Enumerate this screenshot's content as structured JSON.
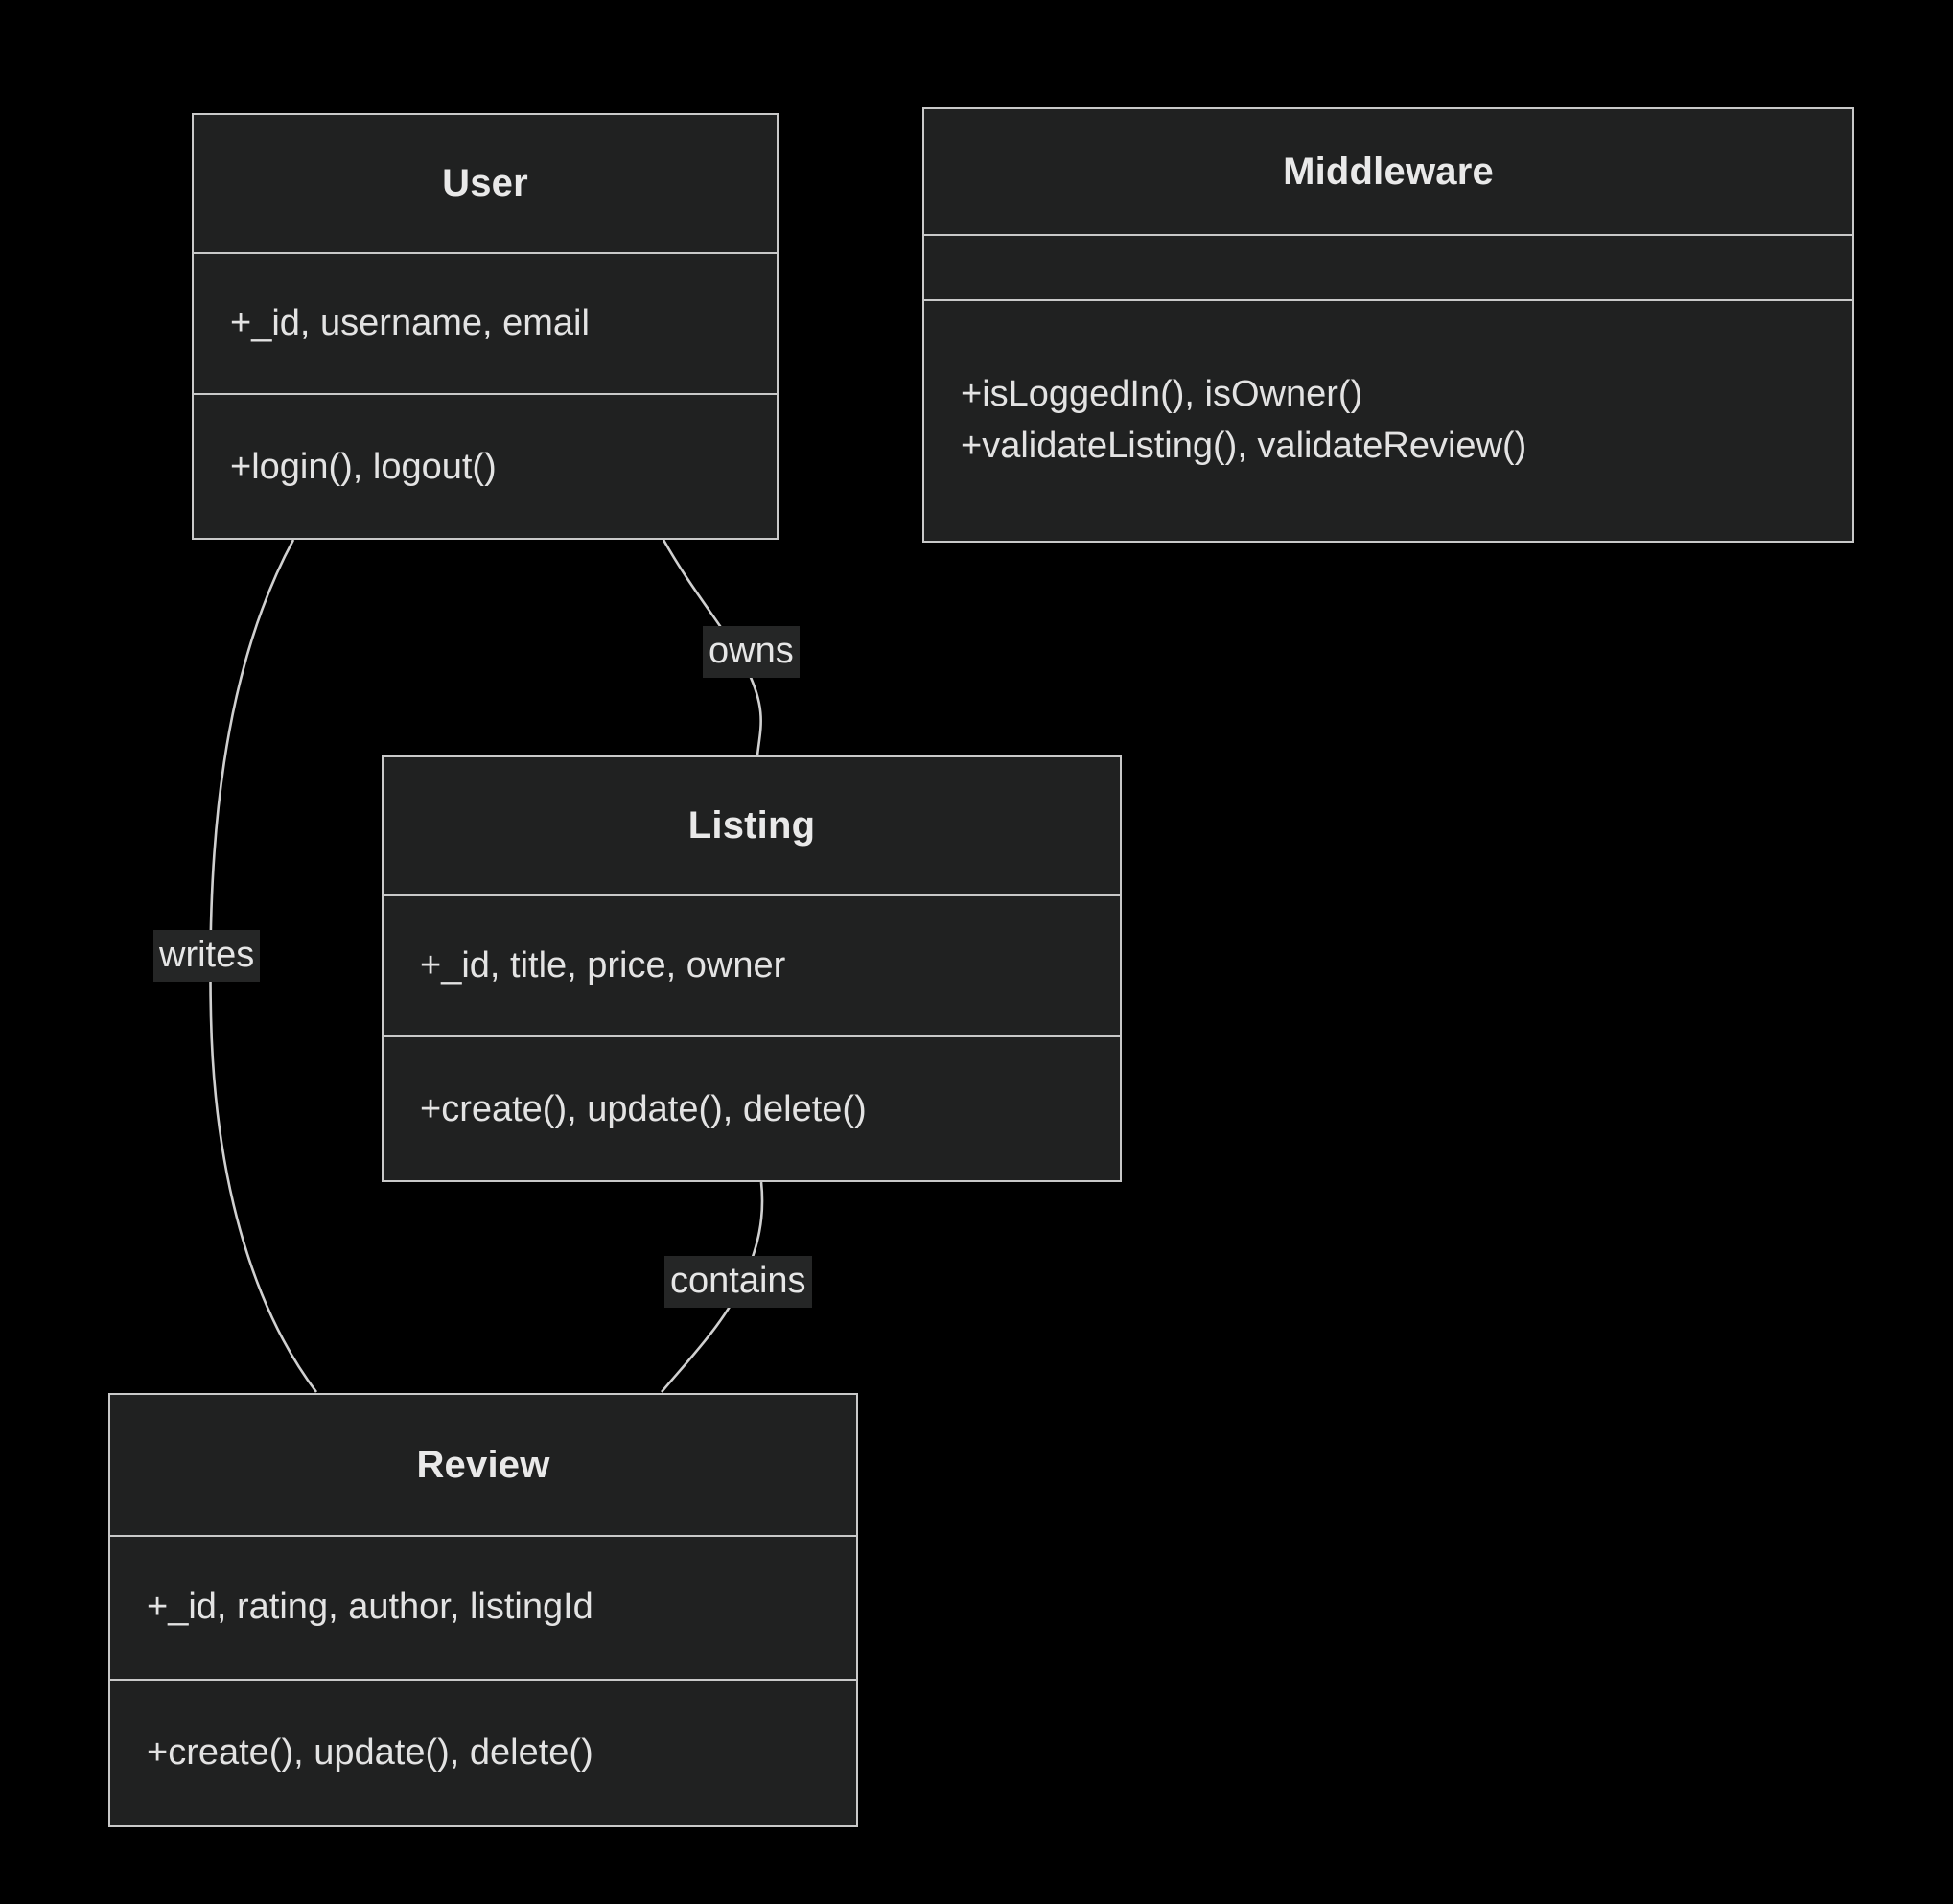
{
  "diagram": {
    "type": "uml-class-diagram",
    "background_color": "#000000",
    "box_fill_color": "#202121",
    "box_border_color": "#c9c9c9",
    "text_color": "#e8e8e8",
    "edge_color": "#d0d0d0",
    "classes": [
      {
        "id": "user",
        "name": "User",
        "attributes": [
          "+_id, username, email"
        ],
        "methods": [
          "+login(), logout()"
        ]
      },
      {
        "id": "middleware",
        "name": "Middleware",
        "attributes": [],
        "methods": [
          "+isLoggedIn(), isOwner()",
          "+validateListing(), validateReview()"
        ]
      },
      {
        "id": "listing",
        "name": "Listing",
        "attributes": [
          "+_id, title, price, owner"
        ],
        "methods": [
          "+create(), update(), delete()"
        ]
      },
      {
        "id": "review",
        "name": "Review",
        "attributes": [
          "+_id, rating, author, listingId"
        ],
        "methods": [
          "+create(), update(), delete()"
        ]
      }
    ],
    "relationships": [
      {
        "id": "user-owns-listing",
        "from": "User",
        "to": "Listing",
        "label": "owns"
      },
      {
        "id": "user-writes-review",
        "from": "User",
        "to": "Review",
        "label": "writes"
      },
      {
        "id": "listing-contains-review",
        "from": "Listing",
        "to": "Review",
        "label": "contains"
      }
    ]
  }
}
